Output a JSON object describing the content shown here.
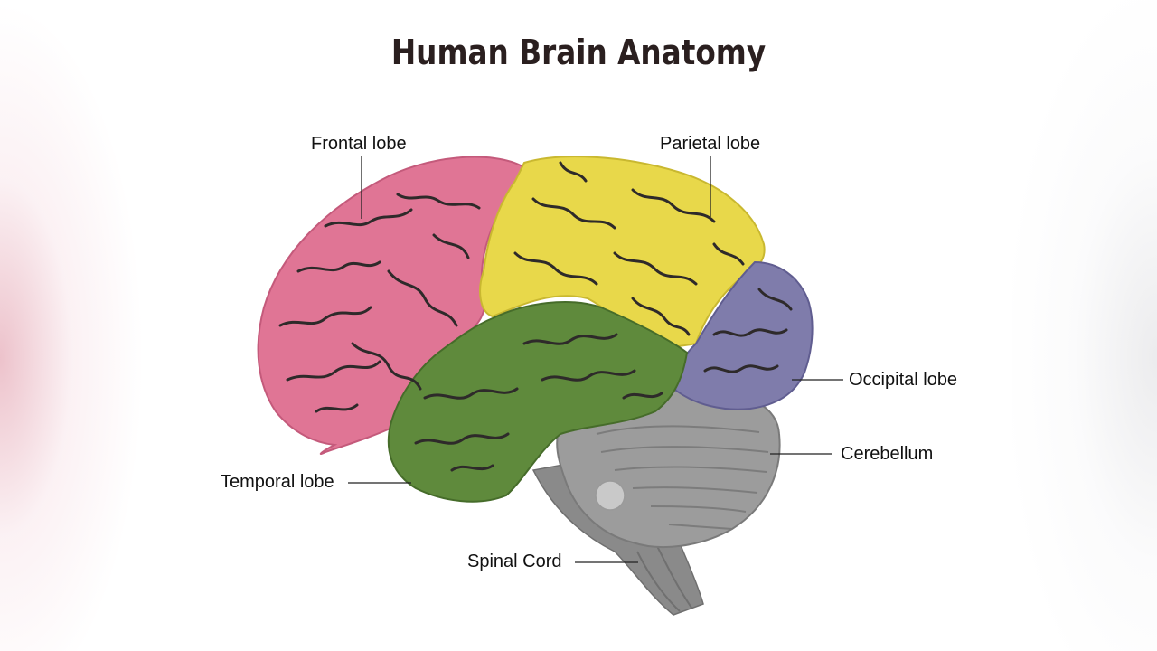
{
  "title": "Human Brain Anatomy",
  "labels": {
    "frontal": "Frontal lobe",
    "parietal": "Parietal lobe",
    "occipital": "Occipital lobe",
    "cerebellum": "Cerebellum",
    "temporal": "Temporal lobe",
    "spinal": "Spinal Cord"
  },
  "colors": {
    "frontal": "#e07595",
    "parietal": "#e8d84a",
    "occipital": "#7f7cab",
    "temporal": "#5f8a3c",
    "cerebellum": "#9c9c9c",
    "stem": "#8a8a8a",
    "sulci": "#2e2a2a"
  }
}
